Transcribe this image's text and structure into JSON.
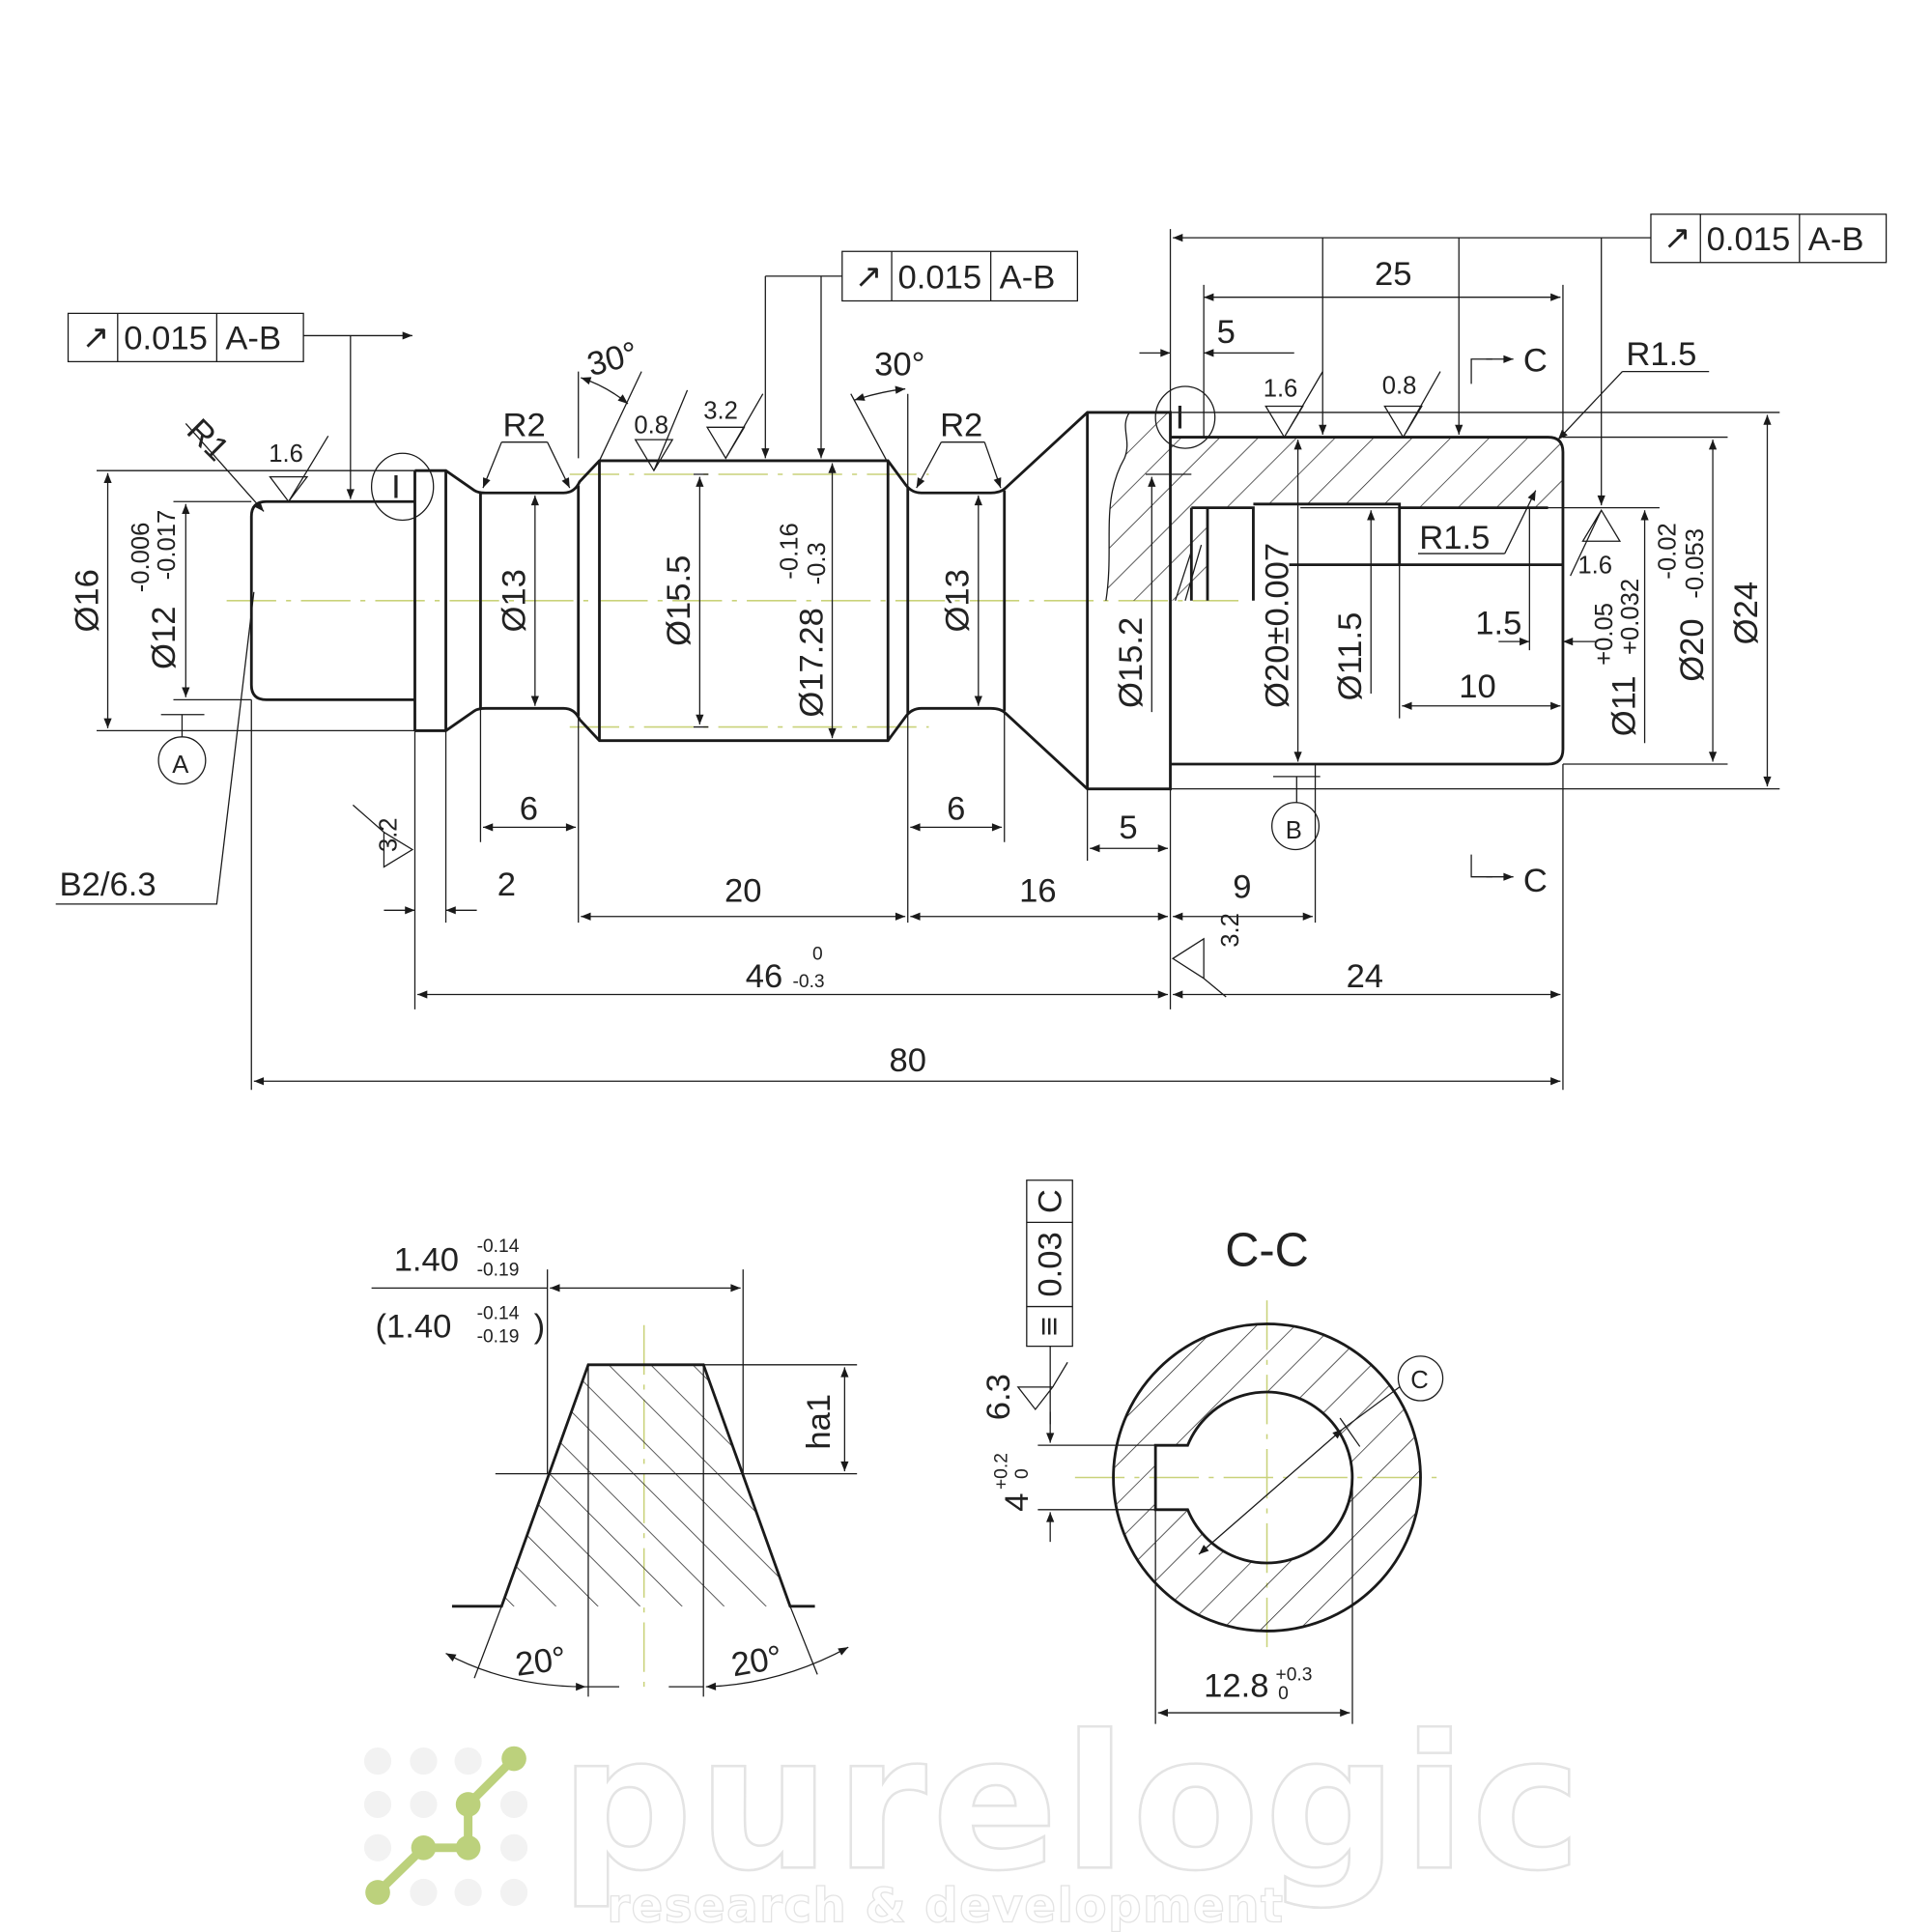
{
  "drawing": {
    "fcf_left": {
      "symbol": "↗",
      "tolerance": "0.015",
      "datum": "A-B"
    },
    "fcf_middle": {
      "symbol": "↗",
      "tolerance": "0.015",
      "datum": "A-B"
    },
    "fcf_right": {
      "symbol": "↗",
      "tolerance": "0.015",
      "datum": "A-B"
    },
    "radius_r1": "R1",
    "radius_r2_left": "R2",
    "radius_r2_right": "R2",
    "radius_r15_outer": "R1.5",
    "radius_r15_inner": "R1.5",
    "angle_30_left": "30°",
    "angle_30_right": "30°",
    "roughness": {
      "stub": "1.6",
      "collar_08": "0.8",
      "collar_32": "3.2",
      "sleeve_16": "1.6",
      "sleeve_08": "0.8",
      "bore_16": "1.6",
      "face_32": "3.2",
      "face_32b": "3.2"
    },
    "detail_marker_1": "I",
    "detail_marker_2": "I",
    "datum_a": "A",
    "datum_b": "B",
    "center_hole": "B2/6.3",
    "section_mark_top": "C",
    "section_mark_bottom": "C",
    "diameters": {
      "d16": "Ø16",
      "d12": "Ø12",
      "d12_upper": "-0.006",
      "d12_lower": "-0.017",
      "d13_left": "Ø13",
      "d155": "Ø15.5",
      "d1728": "Ø17.28",
      "d1728_upper": "-0.16",
      "d1728_lower": "-0.3",
      "d13_right": "Ø13",
      "d152": "Ø15.2",
      "d20_pm": "Ø20±0.007",
      "d115": "Ø11.5",
      "d11": "Ø11",
      "d11_upper": "+0.05",
      "d11_lower": "+0.032",
      "d20": "Ø20",
      "d20_upper": "-0.02",
      "d20_lower": "-0.053",
      "d24": "Ø24"
    },
    "lengths": {
      "l25": "25",
      "l5_top": "5",
      "l10": "10",
      "l15": "1.5",
      "l6_left": "6",
      "l6_right": "6",
      "l5_bottom": "5",
      "l2": "2",
      "l20": "20",
      "l16": "16",
      "l9": "9",
      "l46": "46",
      "l46_upper": "0",
      "l46_lower": "-0.3",
      "l24": "24",
      "l80": "80"
    }
  },
  "tooth_detail": {
    "width": "1.40",
    "width_upper": "-0.14",
    "width_lower": "-0.19",
    "ref_open": "(1.40",
    "ref_upper": "-0.14",
    "ref_lower": "-0.19",
    "ref_close": ")",
    "height": "ha1",
    "angle_left": "20°",
    "angle_right": "20°"
  },
  "section_cc": {
    "title": "C-C",
    "fcf": {
      "symbol": "≡",
      "tolerance": "0.03",
      "datum": "C"
    },
    "roughness": "6.3",
    "key_width": "4",
    "key_upper": "+0.2",
    "key_lower": "0",
    "bore": "12.8",
    "bore_upper": "+0.3",
    "bore_lower": "0",
    "datum_c": "C"
  },
  "watermark": {
    "brand": "purelogic",
    "tagline": "research & development"
  },
  "colors": {
    "line": "#1a1a1a",
    "centerline": "#c9d27a",
    "logo_green": "#bcd17c"
  }
}
